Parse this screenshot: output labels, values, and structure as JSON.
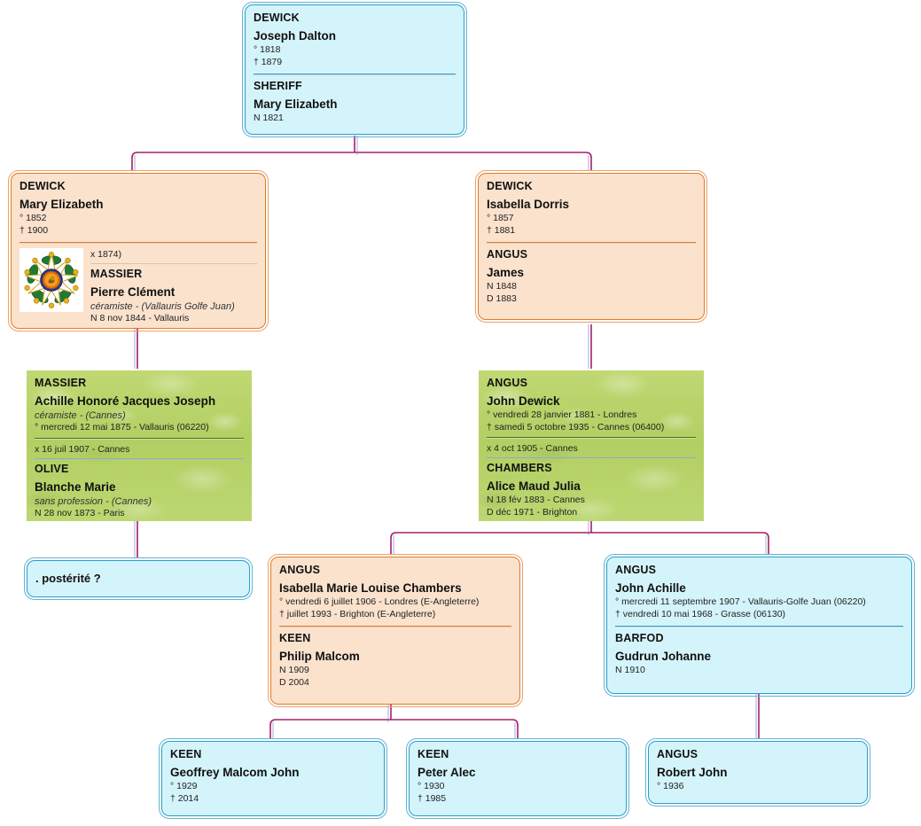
{
  "meta": {
    "title": "Arbre généalogique DEWICK - MASSIER - ANGUS",
    "symbols": {
      "birth": "°",
      "death": "†",
      "marriage": "x",
      "alt_birth": "N",
      "alt_death": "D"
    },
    "colors": {
      "blue_fill": "#d4f4fb",
      "blue_border": "#2a9ec6",
      "orange_fill": "#fae2cd",
      "orange_border": "#e07b28",
      "green_fill": "#b9d36a",
      "link": "#a3206b"
    }
  },
  "nodes": {
    "dewick_joseph": {
      "surname": "DEWICK",
      "given": "Joseph Dalton",
      "events": [
        "°  1818",
        "† 1879"
      ],
      "spouse": {
        "surname": "SHERIFF",
        "given": "Mary Elizabeth",
        "events": [
          "N 1821"
        ]
      }
    },
    "dewick_mary": {
      "surname": "DEWICK",
      "given": "Mary Elizabeth",
      "events": [
        "°  1852",
        "† 1900"
      ],
      "union": "x 1874)",
      "spouse": {
        "surname": "MASSIER",
        "given": "Pierre Clément",
        "occupation": "céramiste  -  (Vallauris Golfe Juan)",
        "events": [
          "N 8 nov 1844  -  Vallauris"
        ],
        "medal": "legion-of-honour-medal"
      }
    },
    "dewick_isabella": {
      "surname": "DEWICK",
      "given": "Isabella Dorris",
      "events": [
        "°  1857",
        "† 1881"
      ],
      "spouse": {
        "surname": "ANGUS",
        "given": "James",
        "events": [
          "N 1848",
          "D 1883"
        ]
      }
    },
    "massier_achille": {
      "surname": "MASSIER",
      "given": "Achille Honoré Jacques Joseph",
      "occupation": "céramiste  -  (Cannes)",
      "events": [
        "°  mercredi 12 mai 1875  -  Vallauris (06220)"
      ],
      "union": "x 16 juil 1907  -  Cannes",
      "spouse": {
        "surname": "OLIVE",
        "given": "Blanche Marie",
        "occupation": "sans profession  -  (Cannes)",
        "events": [
          "N 28 nov 1873  -  Paris"
        ]
      }
    },
    "angus_john_dewick": {
      "surname": "ANGUS",
      "given": "John Dewick",
      "events": [
        "°  vendredi 28 janvier 1881  -  Londres",
        "† samedi 5 octobre 1935  -  Cannes (06400)"
      ],
      "union": "x 4 oct 1905  -  Cannes",
      "spouse": {
        "surname": "CHAMBERS",
        "given": "Alice Maud Julia",
        "events": [
          "N 18 fév 1883  -  Cannes",
          "D déc 1971  -  Brighton"
        ]
      }
    },
    "posterite": {
      "label": ". postérité ?"
    },
    "angus_isabella": {
      "surname": "ANGUS",
      "given": "Isabella Marie Louise Chambers",
      "events": [
        "°  vendredi 6 juillet 1906  -  Londres (E-Angleterre)",
        "† juillet 1993  -  Brighton (E-Angleterre)"
      ],
      "spouse": {
        "surname": "KEEN",
        "given": "Philip Malcom",
        "events": [
          "N 1909",
          "D 2004"
        ]
      }
    },
    "angus_john_achille": {
      "surname": "ANGUS",
      "given": "John Achille",
      "events": [
        "°  mercredi 11 septembre 1907  -  Vallauris-Golfe Juan (06220)",
        "† vendredi 10 mai 1968  -  Grasse (06130)"
      ],
      "spouse": {
        "surname": "BARFOD",
        "given": "Gudrun Johanne",
        "events": [
          "N 1910"
        ]
      }
    },
    "keen_geoffrey": {
      "surname": "KEEN",
      "given": "Geoffrey Malcom John",
      "events": [
        "°  1929",
        "† 2014"
      ]
    },
    "keen_peter": {
      "surname": "KEEN",
      "given": "Peter Alec",
      "events": [
        "°  1930",
        "† 1985"
      ]
    },
    "angus_robert": {
      "surname": "ANGUS",
      "given": "Robert John",
      "events": [
        "°  1936"
      ]
    }
  }
}
